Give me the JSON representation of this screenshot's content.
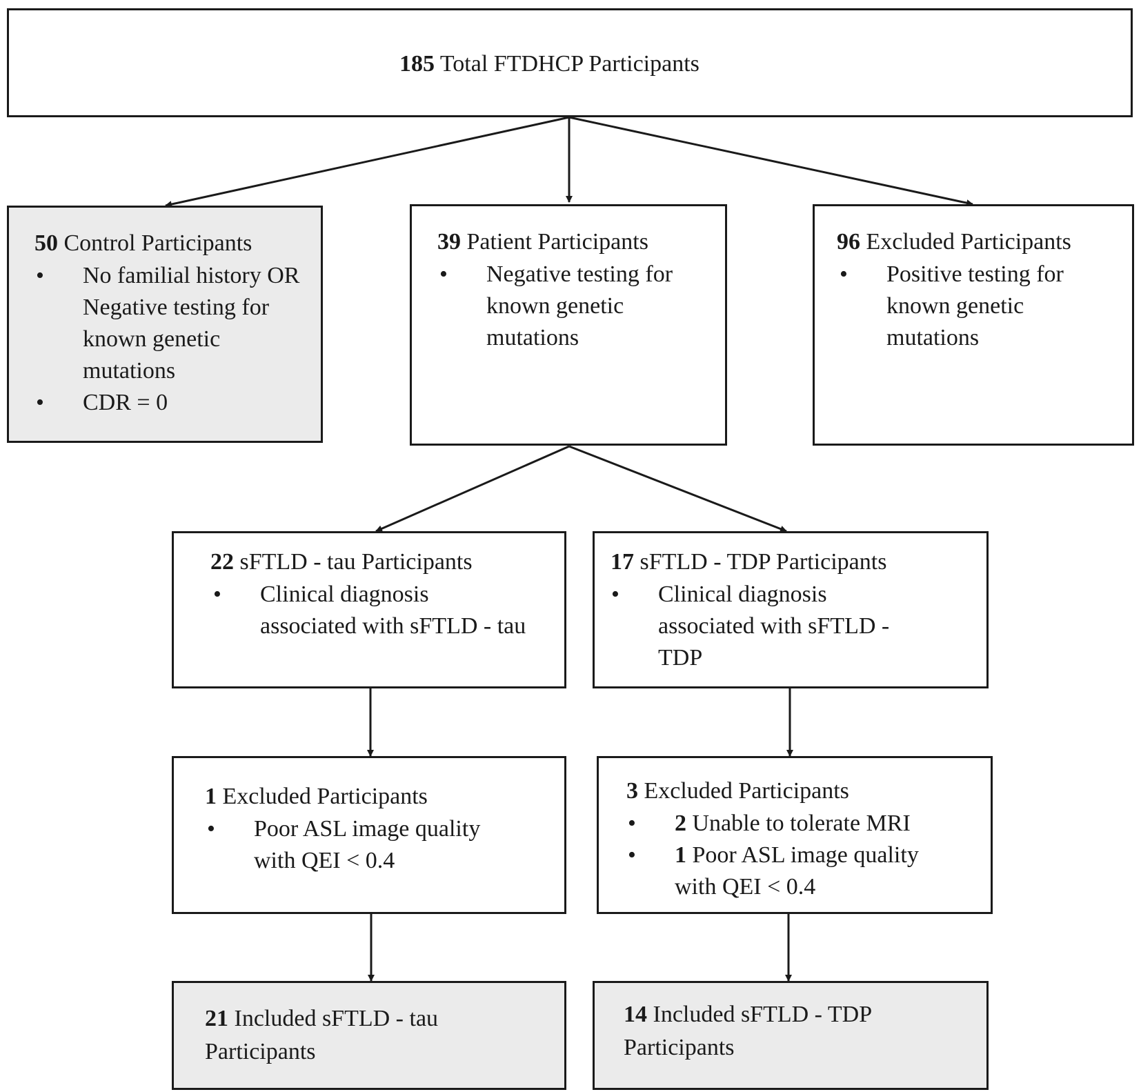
{
  "top": {
    "count": "185",
    "label": " Total FTDHCP Participants"
  },
  "control": {
    "count": "50",
    "label": " Control Participants",
    "bullets": [
      {
        "text": "No familial history OR Negative testing for known genetic mutations"
      },
      {
        "text": "CDR = 0"
      }
    ]
  },
  "patient": {
    "count": "39",
    "label": " Patient Participants",
    "bullets": [
      {
        "text": "Negative testing for known genetic mutations"
      }
    ]
  },
  "excluded96": {
    "count": "96",
    "label": " Excluded Participants",
    "bullets": [
      {
        "text": "Positive testing for known genetic mutations"
      }
    ]
  },
  "tau": {
    "count": "22",
    "label": " sFTLD - tau Participants",
    "bullets": [
      {
        "text": "Clinical diagnosis associated with sFTLD - tau"
      }
    ]
  },
  "tdp": {
    "count": "17",
    "label": " sFTLD - TDP Participants",
    "bullets": [
      {
        "text": "Clinical diagnosis associated with sFTLD - TDP"
      }
    ]
  },
  "excl_tau": {
    "count": "1",
    "label": " Excluded Participants",
    "bullets": [
      {
        "text": "Poor ASL image quality with QEI < 0.4"
      }
    ]
  },
  "excl_tdp": {
    "count": "3",
    "label": " Excluded Participants",
    "bullets": [
      {
        "num": "2",
        "text": " Unable to tolerate MRI"
      },
      {
        "num": "1",
        "text": " Poor ASL image quality with QEI < 0.4"
      }
    ]
  },
  "incl_tau": {
    "count": "21",
    "label": " Included sFTLD - tau Participants"
  },
  "incl_tdp": {
    "count": "14",
    "label": " Included sFTLD - TDP Participants"
  },
  "bullet_char": "•",
  "colors": {
    "border": "#1a1a1a",
    "shaded": "#ebebeb",
    "plain": "#ffffff"
  }
}
